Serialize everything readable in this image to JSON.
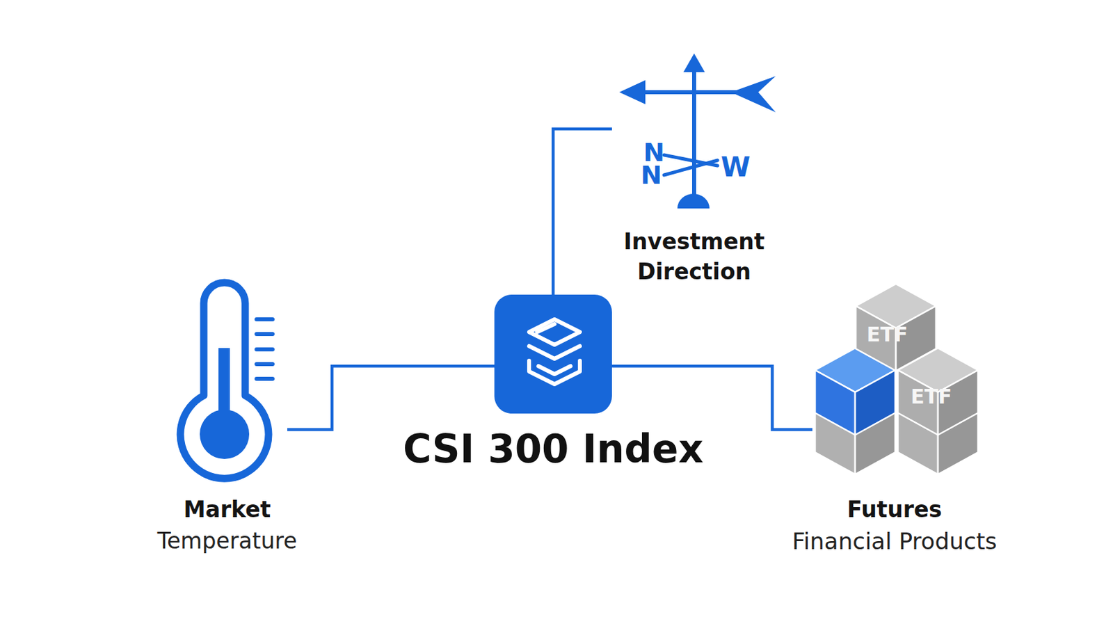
{
  "diagram": {
    "nodes": [
      {
        "text": [
          "Investment Direction"
        ]
      },
      {
        "text": [
          "Market",
          "Temperature"
        ]
      },
      {
        "text": [
          "CSI 300 Index"
        ]
      },
      {
        "text": [
          "Futures",
          "Financial Products"
        ]
      }
    ],
    "edges": [
      {
        "from": 2,
        "to": 1,
        "arrow": "none"
      },
      {
        "from": 2,
        "to": 0,
        "arrow": "none"
      },
      {
        "from": 2,
        "to": 3,
        "arrow": "none"
      }
    ],
    "labels": [
      "N",
      "N",
      "W",
      "ETF",
      "ETF"
    ]
  }
}
